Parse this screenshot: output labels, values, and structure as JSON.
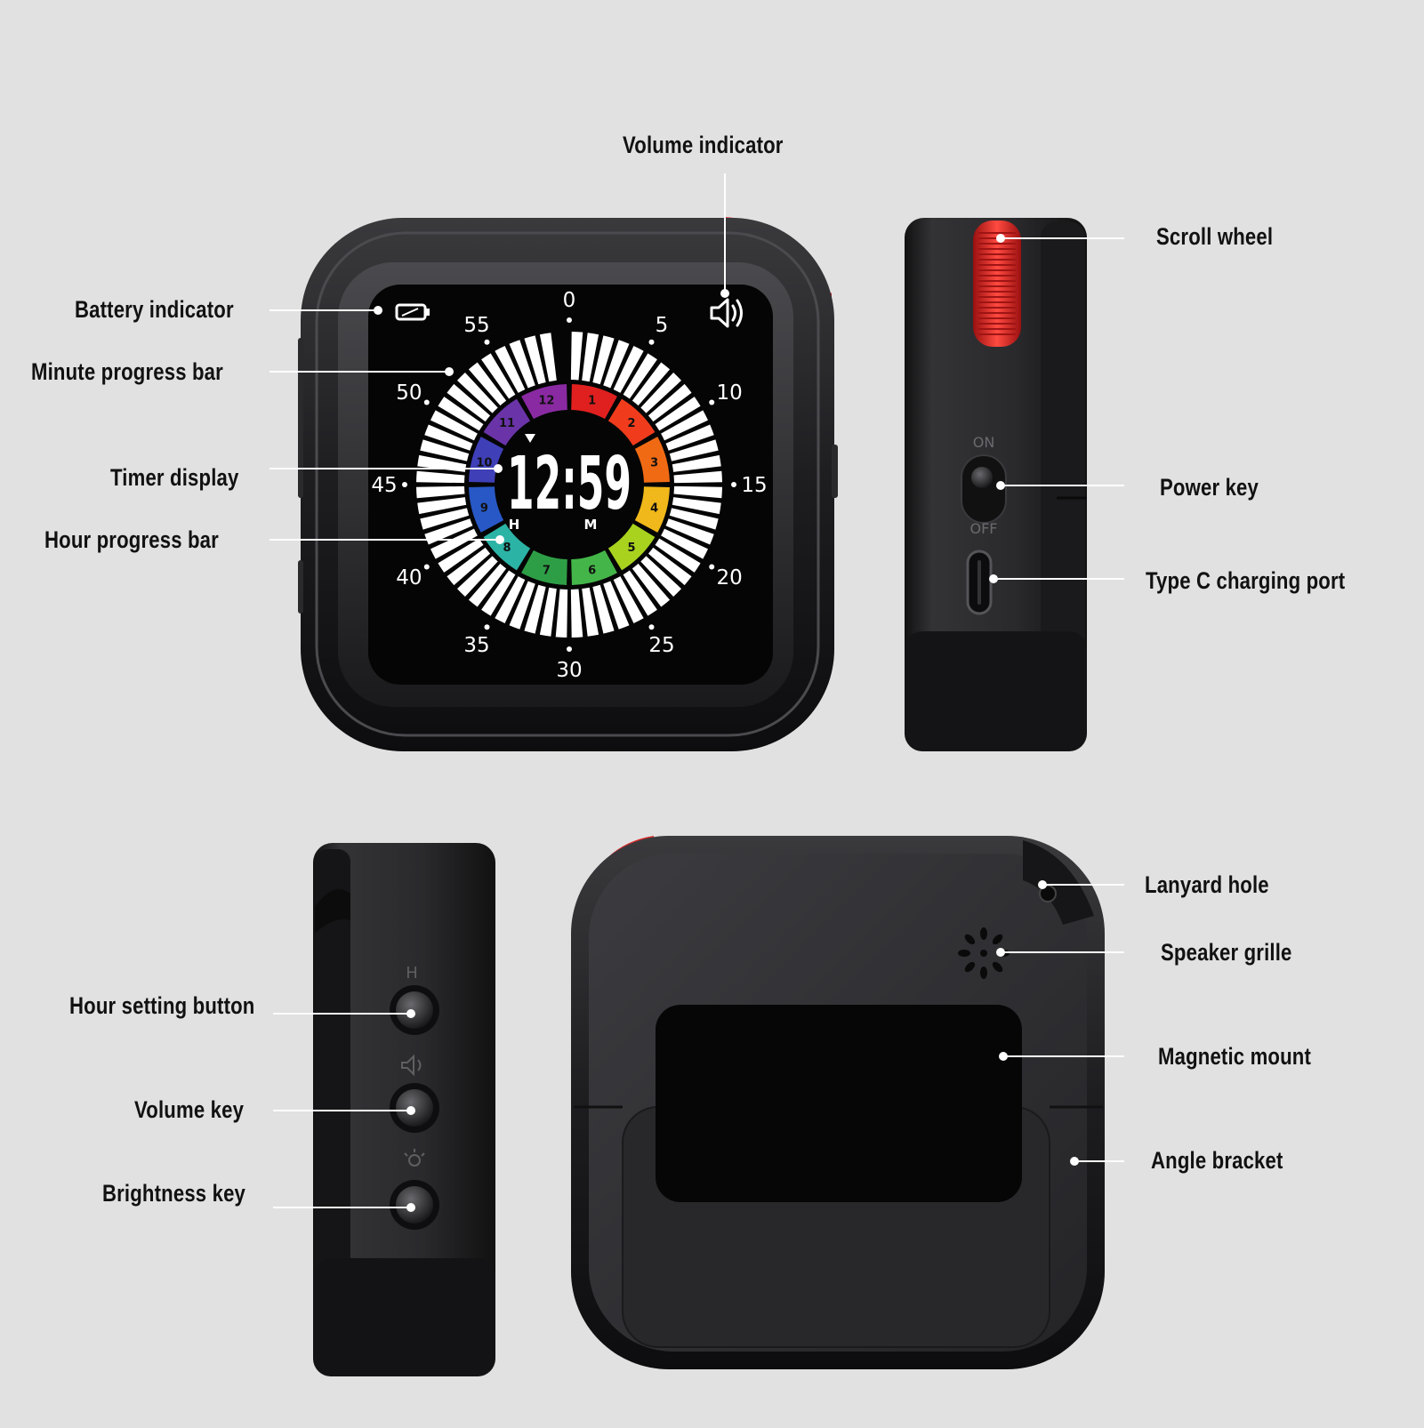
{
  "labels": {
    "volume_indicator": "Volume indicator",
    "battery_indicator": "Battery indicator",
    "minute_progress_bar": "Minute progress bar",
    "timer_display": "Timer display",
    "hour_progress_bar": "Hour progress bar",
    "scroll_wheel": "Scroll wheel",
    "power_key": "Power key",
    "type_c_port": "Type C charging port",
    "hour_setting_button": "Hour setting button",
    "volume_key": "Volume key",
    "brightness_key": "Brightness key",
    "lanyard_hole": "Lanyard hole",
    "speaker_grille": "Speaker grille",
    "magnetic_mount": "Magnetic mount",
    "angle_bracket": "Angle bracket"
  },
  "screen": {
    "time": "12:59",
    "hour_unit": "H",
    "minute_unit": "M",
    "minute_ticks": [
      "0",
      "5",
      "10",
      "15",
      "20",
      "25",
      "30",
      "35",
      "40",
      "45",
      "50",
      "55"
    ],
    "hour_numbers": [
      "1",
      "2",
      "3",
      "4",
      "5",
      "6",
      "7",
      "8",
      "9",
      "10",
      "11",
      "12"
    ],
    "hour_colors": [
      "#e0201f",
      "#f03c1c",
      "#f06a14",
      "#f0b81a",
      "#a8d21e",
      "#44b649",
      "#2e9e46",
      "#2bb3a6",
      "#2858c6",
      "#3f3fb8",
      "#6a34a8",
      "#8a2aa2"
    ]
  },
  "side": {
    "on_label": "ON",
    "off_label": "OFF",
    "h_label": "H"
  },
  "colors": {
    "body": "#1c1c1e",
    "wheel_red": "#e8282a",
    "background": "#e1e1e1"
  }
}
